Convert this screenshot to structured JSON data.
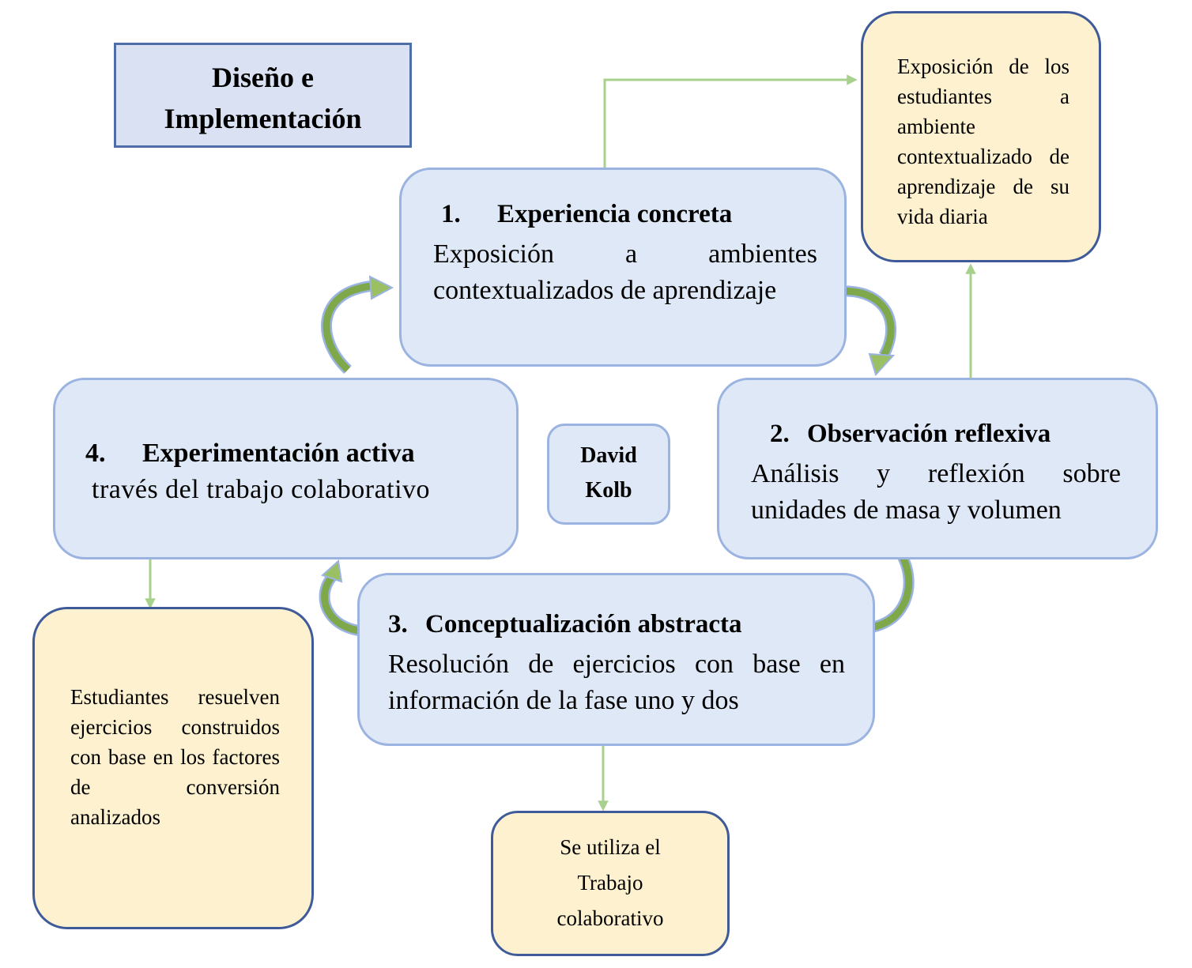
{
  "title_box": {
    "line1": "Diseño e",
    "line2": "Implementación"
  },
  "center": {
    "line1": "David",
    "line2": "Kolb"
  },
  "stages": [
    {
      "number": "1.",
      "title": "Experiencia concreta",
      "body": "Exposición a ambientes contextualizados de aprendizaje"
    },
    {
      "number": "2.",
      "title": "Observación reflexiva",
      "body": "Análisis y reflexión sobre unidades de masa y volumen"
    },
    {
      "number": "3.",
      "title": "Conceptualización abstracta",
      "body": "Resolución de ejercicios con base en información de la fase uno y dos"
    },
    {
      "number": "4.",
      "title": "Experimentación activa",
      "body": "través del trabajo colaborativo"
    }
  ],
  "outcomes": {
    "top_right": "Exposición de los estudiantes a ambiente contextualizado de aprendizaje de su vida diaria",
    "bottom_center": {
      "line1": "Se utiliza el",
      "line2": "Trabajo",
      "line3": "colaborativo"
    },
    "bottom_left": "Estudiantes resuelven ejercicios construidos con base en los factores de conversión analizados"
  },
  "colors": {
    "stage_fill": "#dfe8f6",
    "stage_border": "#9bb3e0",
    "outcome_fill": "#fdf1cf",
    "outcome_border": "#3e5a98",
    "connector": "#a9d18e",
    "cycle_arrow": "#7fa84a"
  }
}
